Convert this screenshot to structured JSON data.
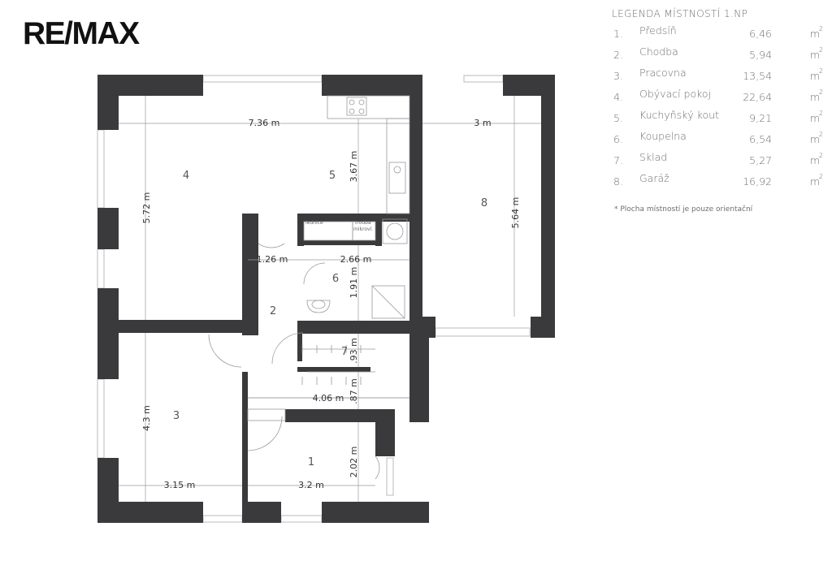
{
  "brand": {
    "logo": "RE/MAX"
  },
  "legend": {
    "title": "LEGENDA MÍSTNOSTÍ 1.NP",
    "rooms": [
      {
        "num": "1.",
        "name": "Předsíň",
        "area": "6,46",
        "unit": "m"
      },
      {
        "num": "2.",
        "name": "Chodba",
        "area": "5,94",
        "unit": "m"
      },
      {
        "num": "3.",
        "name": "Pracovna",
        "area": "13,54",
        "unit": "m"
      },
      {
        "num": "4.",
        "name": "Obývací pokoj",
        "area": "22,64",
        "unit": "m"
      },
      {
        "num": "5.",
        "name": "Kuchyňský kout",
        "area": "9,21",
        "unit": "m"
      },
      {
        "num": "6.",
        "name": "Koupelna",
        "area": "6,54",
        "unit": "m"
      },
      {
        "num": "7.",
        "name": "Sklad",
        "area": "5,27",
        "unit": "m"
      },
      {
        "num": "8.",
        "name": "Garáž",
        "area": "16,92",
        "unit": "m"
      }
    ],
    "unit_exponent": "2",
    "note": "*     Plocha místností je pouze orientační"
  },
  "plan": {
    "room_numbers": {
      "r1": "1",
      "r2": "2",
      "r3": "3",
      "r4": "4",
      "r5": "5",
      "r6": "6",
      "r7": "7",
      "r8": "8"
    },
    "dimensions": {
      "living_width": "7.36 m",
      "living_height": "5.72 m",
      "kitchen_depth": "3.67 m",
      "garage_width": "3 m",
      "garage_height": "5.64 m",
      "hall_width": "1.26 m",
      "bath_width": "2.66 m",
      "bath_height": "1.91 m",
      "storage_height": ".93 m",
      "corridor_width": "4.06 m",
      "corridor_height": ".87 m",
      "study_height": "4.3 m",
      "study_width": "3.15 m",
      "entry_width": "3.2 m",
      "entry_height": "2.02 m"
    },
    "appliance_labels": {
      "fridge": "lednice",
      "oven": "trouba",
      "microwave": "mikrovl."
    }
  },
  "colors": {
    "wall": "#3a3a3c",
    "text": "#6e6e6e",
    "logo": "#111111"
  }
}
